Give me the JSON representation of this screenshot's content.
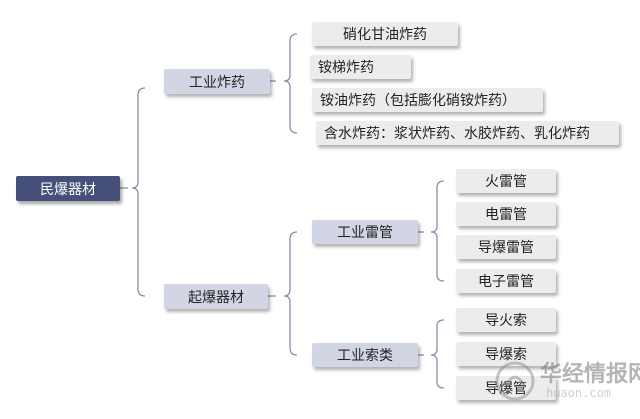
{
  "root": {
    "label": "民爆器材"
  },
  "branches": [
    {
      "label": "工业炸药",
      "children": [
        "硝化甘油炸药",
        "铵梯炸药",
        "铵油炸药（包括膨化硝铵炸药）",
        "含水炸药：浆状炸药、水胶炸药、乳化炸药"
      ]
    },
    {
      "label": "起爆器材",
      "children": [
        {
          "label": "工业雷管",
          "children": [
            "火雷管",
            "电雷管",
            "导爆雷管",
            "电子雷管"
          ]
        },
        {
          "label": "工业索类",
          "children": [
            "导火索",
            "导爆索",
            "导爆管"
          ]
        }
      ]
    }
  ],
  "watermark": {
    "text": "华经情报网",
    "sub": "huaon.com",
    "icon": "huajing-logo-icon"
  },
  "colors": {
    "root": "#46507a",
    "mid": "#d2d6e4",
    "leaf": "#ececec",
    "line": "#8a8fa6"
  }
}
